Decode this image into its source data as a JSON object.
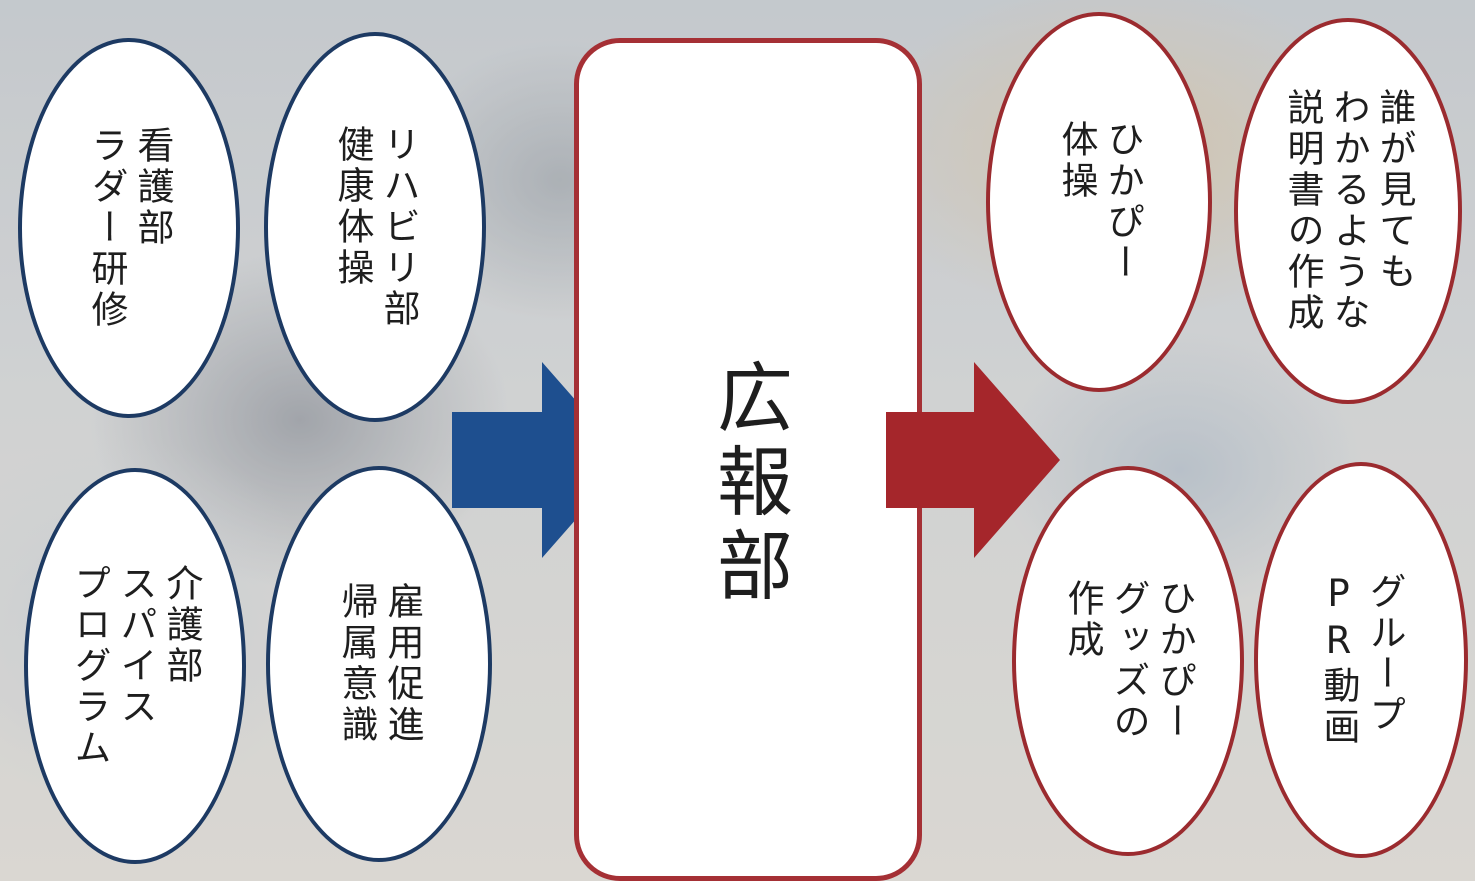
{
  "center": {
    "label": "広報部"
  },
  "inputs": [
    {
      "text": "看護部\nラダー研修"
    },
    {
      "text": "リハビリ部\n健康体操"
    },
    {
      "text": "介護部\nスパイス\nプログラム"
    },
    {
      "text": "雇用促進\n帰属意識"
    }
  ],
  "outputs": [
    {
      "text": "ひかぴー\n体操"
    },
    {
      "text": "誰が見ても\nわかるような\n説明書の作成"
    },
    {
      "text": "ひかぴー\nグッズの\n作成"
    },
    {
      "text": "グループ\nPR動画"
    }
  ],
  "colors": {
    "input_border": "#1d3a63",
    "output_border": "#9b2b2f",
    "input_arrow": "#1e4f8f",
    "output_arrow": "#a5262b"
  }
}
